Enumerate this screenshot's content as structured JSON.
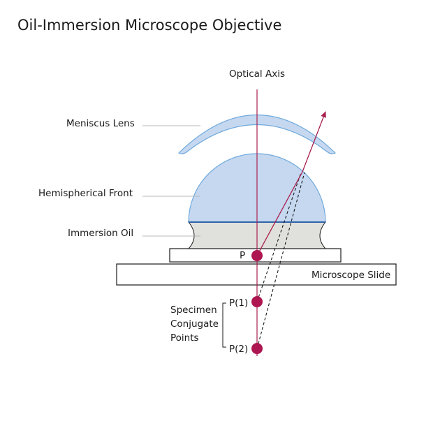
{
  "title": "Oil-Immersion Microscope Objective",
  "labels": {
    "optical_axis": "Optical Axis",
    "meniscus_lens": "Meniscus Lens",
    "hemispherical_front": "Hemispherical Front",
    "immersion_oil": "Immersion Oil",
    "point_p": "P",
    "microscope_slide": "Microscope Slide",
    "point_p1": "P(1)",
    "point_p2": "P(2)",
    "specimen_line1": "Specimen",
    "specimen_line2": "Conjugate",
    "specimen_line3": "Points"
  },
  "colors": {
    "lens_fill": "#c5d8f0",
    "lens_stroke": "#6fa9dc",
    "oil_fill": "#e0e0dd",
    "ray": "#a8204e",
    "point": "#ad1650",
    "leader": "#b8b8b8",
    "outline": "#1a1a1a"
  }
}
